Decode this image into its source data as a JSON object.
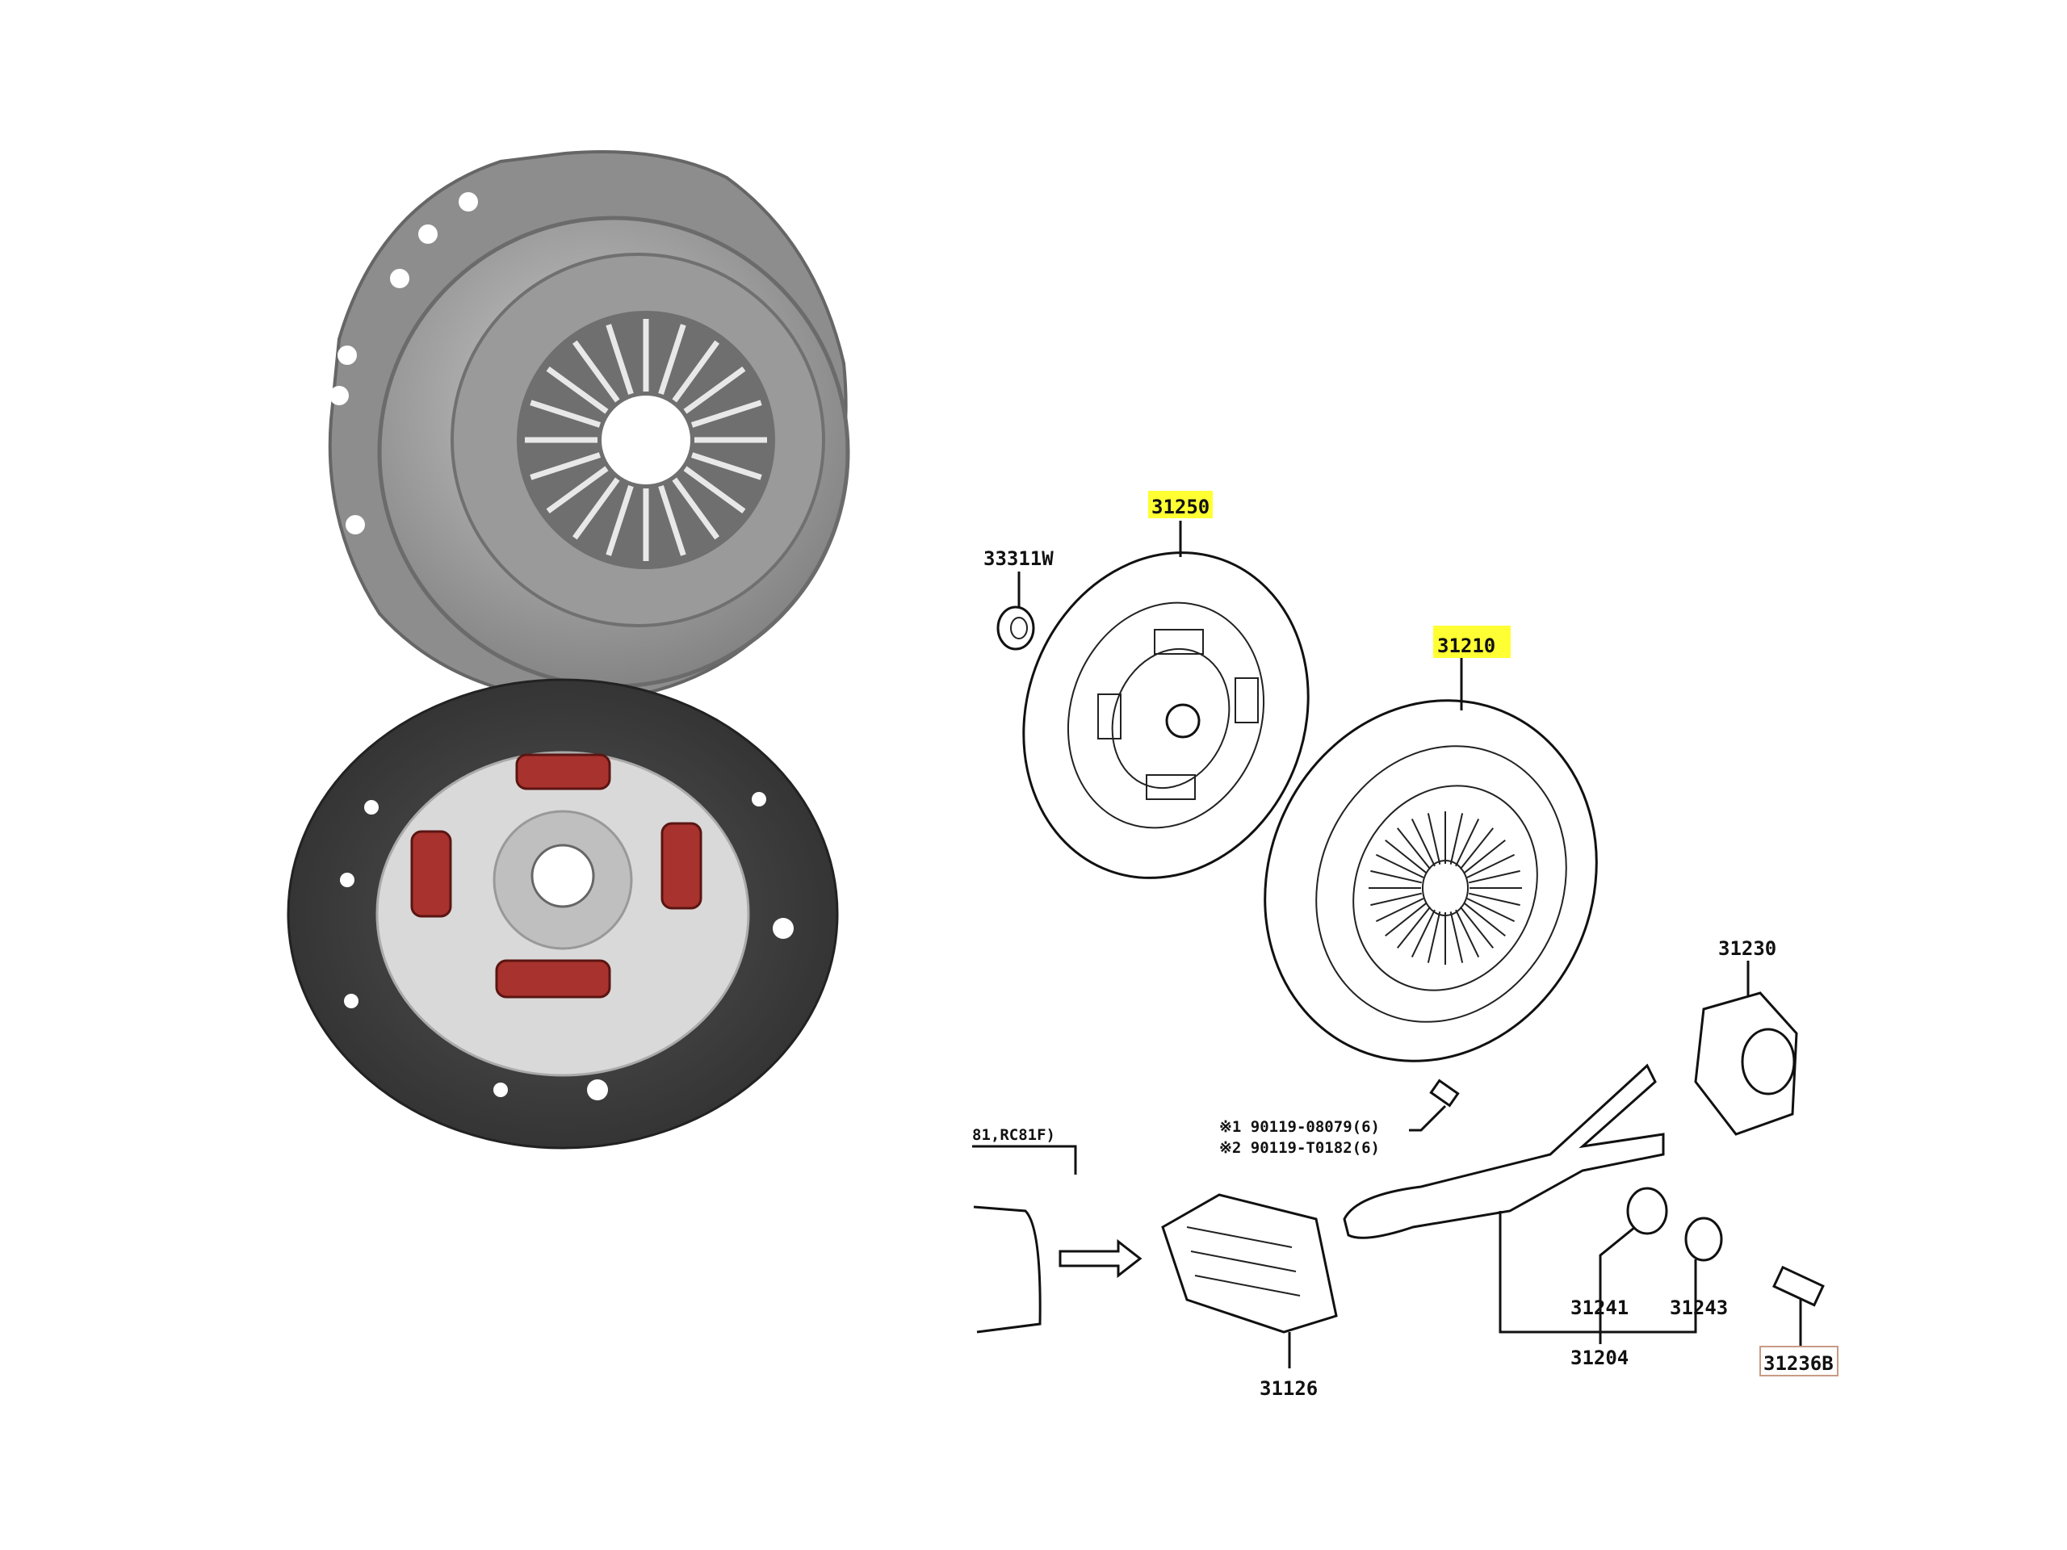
{
  "photo": {
    "title": "Clutch kit photo: pressure plate and clutch disc"
  },
  "diagram": {
    "labels": {
      "clutch_disc": "31250",
      "pilot_bearing": "33311W",
      "pressure_plate": "31210",
      "release_bearing": "31230",
      "bolt_1": "※1 90119-08079(6)",
      "bolt_2": "※2 90119-T0182(6)",
      "model_note": "81,RC81F)",
      "boot": "31126",
      "fork_part_1": "31241",
      "fork_part_2": "31243",
      "release_fork": "31204",
      "pivot": "31236B"
    },
    "highlight_color": "#ffff33",
    "spring_color": "#a8322d"
  }
}
